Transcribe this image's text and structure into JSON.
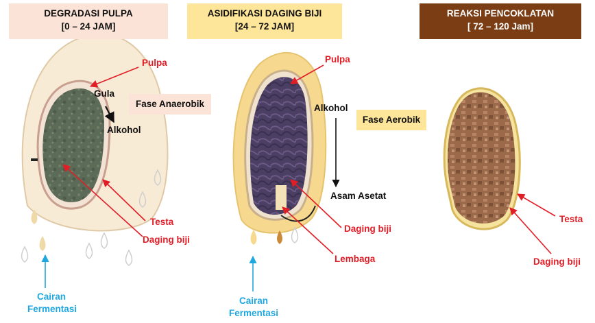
{
  "stages": [
    {
      "title": "DEGRADASI PULPA",
      "range": "[0 – 24 JAM]",
      "color": "#fbe4d7"
    },
    {
      "title": "ASIDIFIKASI DAGING BIJI",
      "range": "[24 – 72 JAM]",
      "color": "#fde59a"
    },
    {
      "title": "REAKSI PENCOKLATAN",
      "range": "[ 72 – 120 Jam]",
      "color": "#7b3d14"
    }
  ],
  "phases": {
    "anaerobic": "Fase Anaerobik",
    "aerobic": "Fase Aerobik"
  },
  "labels": {
    "pulpa": "Pulpa",
    "gula": "Gula",
    "alkohol": "Alkohol",
    "asam_asetat": "Asam Asetat",
    "testa": "Testa",
    "daging_biji": "Daging biji",
    "lembaga": "Lembaga",
    "cairan": "Cairan",
    "fermentasi": "Fermentasi"
  }
}
